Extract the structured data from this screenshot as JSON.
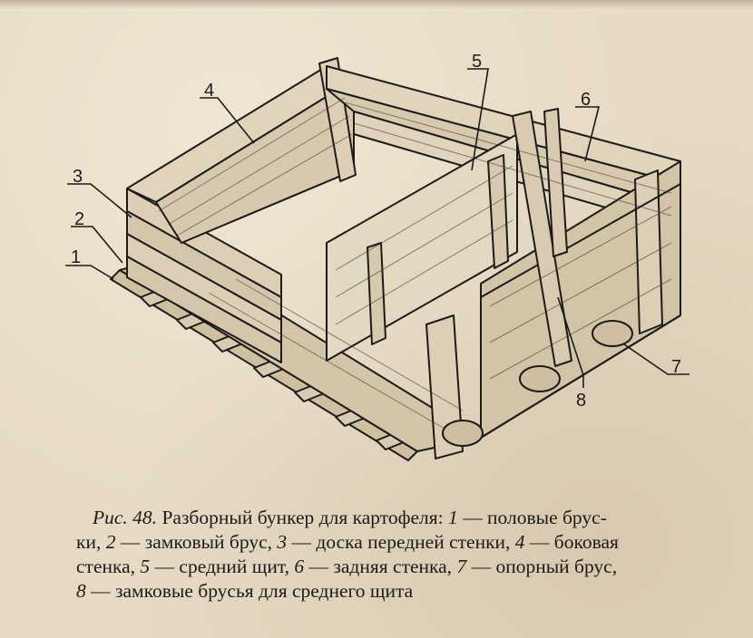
{
  "caption": {
    "fig_label": "Рис. 48.",
    "title": "Разборный бункер для картофеля:",
    "items": [
      {
        "num": "1",
        "text": "половые брус-"
      },
      {
        "num": "",
        "text": "ки,"
      },
      {
        "num": "2",
        "text": "замковый брус,"
      },
      {
        "num": "3",
        "text": "доска передней стенки,"
      },
      {
        "num": "4",
        "text": "боковая"
      },
      {
        "num": "",
        "text": "стенка,"
      },
      {
        "num": "5",
        "text": "средний щит,"
      },
      {
        "num": "6",
        "text": "задняя стенка,"
      },
      {
        "num": "7",
        "text": "опорный брус,"
      },
      {
        "num": "8",
        "text": "замковые брусья для среднего щита"
      }
    ],
    "dash": "—"
  },
  "figure": {
    "callouts": [
      "1",
      "2",
      "3",
      "4",
      "5",
      "6",
      "7",
      "8"
    ]
  }
}
